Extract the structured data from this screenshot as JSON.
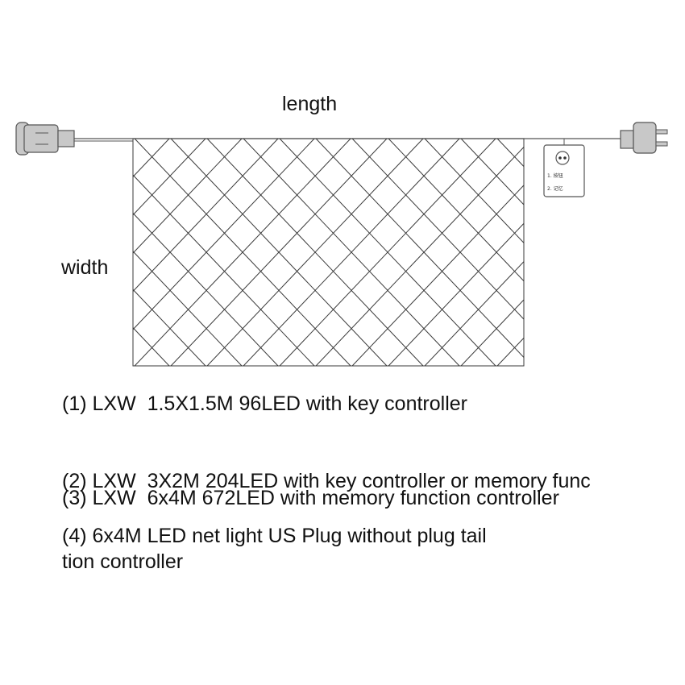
{
  "diagram": {
    "length_label": "length",
    "width_label": "width",
    "controller_text_1": "1. 按钮",
    "controller_text_2": "2. 记忆",
    "colors": {
      "line": "#3a3a3a",
      "plug": "#c8c8c8",
      "background": "#ffffff"
    },
    "icons": [
      "female-plug-icon",
      "male-plug-icon",
      "controller-box-icon"
    ]
  },
  "specs": [
    {
      "text": "(1) LXW  1.5X1.5M 96LED with key controller"
    },
    {
      "text": "(2) LXW  3X2M 204LED with key controller or memory func",
      "continuation": "tion controller"
    },
    {
      "text": "(3) LXW  6x4M 672LED with memory function controller"
    },
    {
      "text": "(4) 6x4M LED net light US Plug without plug tail"
    }
  ]
}
